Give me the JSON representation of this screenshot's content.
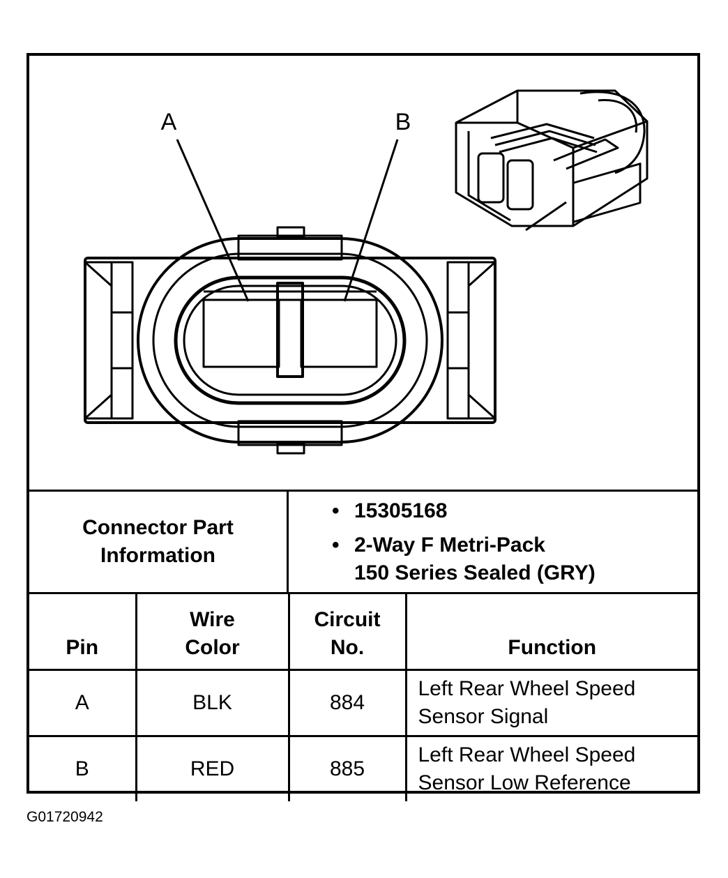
{
  "diagram": {
    "pin_labels": [
      "A",
      "B"
    ]
  },
  "connector_info": {
    "label_lines": [
      "Connector Part",
      "Information"
    ],
    "part_number": "15305168",
    "description_lines": [
      "2-Way F Metri-Pack",
      "150 Series Sealed (GRY)"
    ]
  },
  "table": {
    "headers": {
      "pin": [
        "Pin"
      ],
      "wire_color": [
        "Wire",
        "Color"
      ],
      "circuit_no": [
        "Circuit",
        "No."
      ],
      "function": [
        "Function"
      ]
    },
    "rows": [
      {
        "pin": "A",
        "wire_color": "BLK",
        "circuit": "884",
        "function_lines": [
          "Left Rear Wheel Speed",
          "Sensor Signal"
        ]
      },
      {
        "pin": "B",
        "wire_color": "RED",
        "circuit": "885",
        "function_lines": [
          "Left Rear Wheel Speed",
          "Sensor Low Reference"
        ]
      }
    ]
  },
  "figure_id": "G01720942"
}
